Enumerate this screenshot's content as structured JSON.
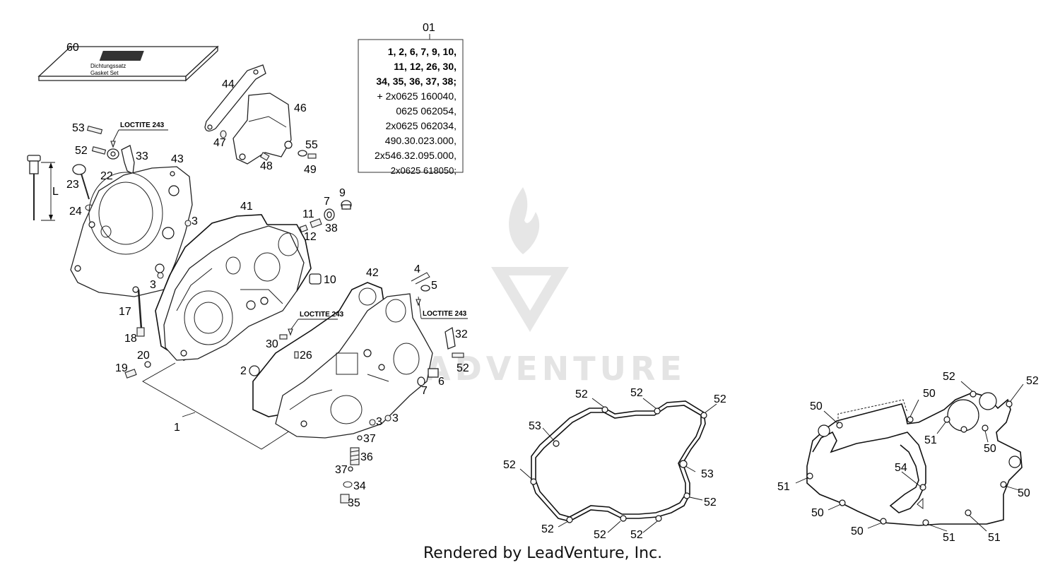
{
  "callouts": {
    "c60": "60",
    "c01": "01",
    "c44": "44",
    "c46": "46",
    "c47": "47",
    "c48": "48",
    "c55": "55",
    "c49": "49",
    "c53": "53",
    "c52": "52",
    "c33": "33",
    "c22": "22",
    "c43": "43",
    "c23": "23",
    "c24": "24",
    "cL": "L",
    "c3a": "3",
    "c41": "41",
    "c11": "11",
    "c7a": "7",
    "c9": "9",
    "c38": "38",
    "c12": "12",
    "c3b": "3",
    "c10": "10",
    "c42": "42",
    "c4": "4",
    "c5": "5",
    "c17": "17",
    "c18": "18",
    "c30": "30",
    "c26": "26",
    "c32": "32",
    "c52b": "52",
    "c20": "20",
    "c19": "19",
    "c2": "2",
    "c6": "6",
    "c7b": "7",
    "c1": "1",
    "c3c": "3",
    "c3d": "3",
    "c37a": "37",
    "c36": "36",
    "c37b": "37",
    "c34": "34",
    "c35": "35"
  },
  "loctite": {
    "l1": "LOCTITE 243",
    "l2": "LOCTITE 243",
    "l3": "LOCTITE 243"
  },
  "kit_box": {
    "lines": [
      "1, 2, 6, 7, 9, 10,",
      "11, 12, 26, 30,",
      "34, 35, 36, 37, 38;",
      "+ 2x0625 160040,",
      "0625 062054,",
      "2x0625 062034,",
      "490.30.023.000,",
      "2x546.32.095.000,",
      "2x0625 618050;"
    ]
  },
  "package_text": {
    "line1": "Dichtungssatz",
    "line2": "Gasket Set"
  },
  "gasket_mid_callouts": {
    "m52a": "52",
    "m52b": "52",
    "m52c": "52",
    "m53a": "53",
    "m52d": "52",
    "m53b": "53",
    "m52e": "52",
    "m52f": "52",
    "m52g": "52",
    "m52h": "52"
  },
  "gasket_right_callouts": {
    "r50a": "50",
    "r50b": "50",
    "r52a": "52",
    "r52b": "52",
    "r51a": "51",
    "r50c": "50",
    "r54": "54",
    "r51b": "51",
    "r50d": "50",
    "r50e": "50",
    "r50f": "50",
    "r51c": "51",
    "r51d": "51"
  },
  "watermark": "ADVENTURE",
  "footer": "Rendered by LeadVenture, Inc."
}
